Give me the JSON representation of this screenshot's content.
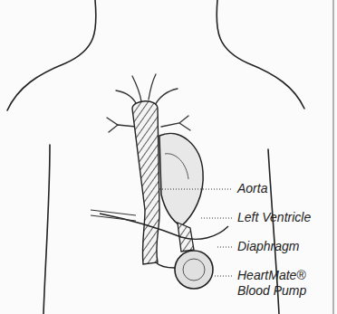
{
  "diagram": {
    "labels": [
      "Aorta",
      "Left Ventricle",
      "Diaphragm",
      "HeartMate® Blood Pump"
    ]
  }
}
